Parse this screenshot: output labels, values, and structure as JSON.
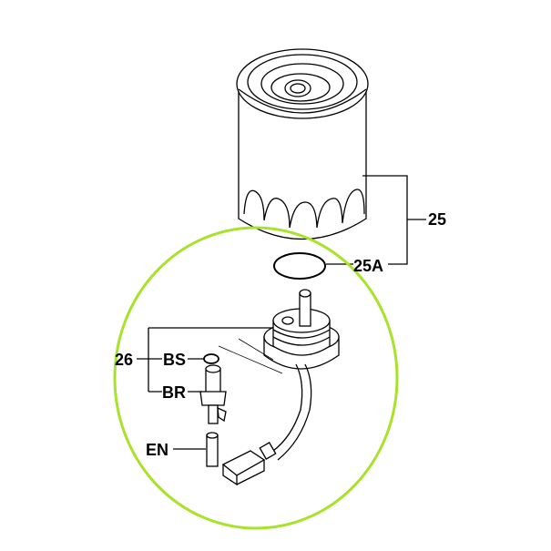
{
  "labels": {
    "filter": "25",
    "o_ring": "25A",
    "sensor_group": "26",
    "seal": "BS",
    "sensor": "BR",
    "sleeve": "EN"
  },
  "colors": {
    "highlight_circle": "#a8e22a",
    "line": "#000000"
  }
}
